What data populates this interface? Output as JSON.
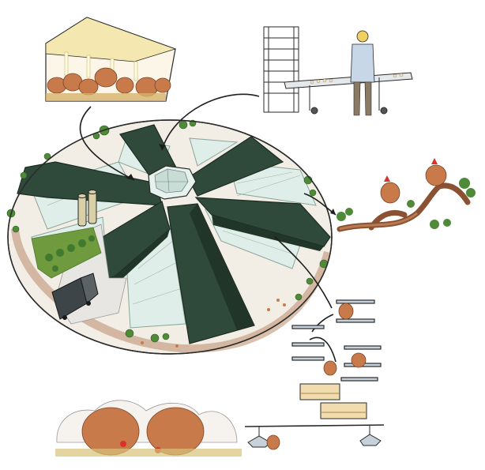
{
  "illustration": {
    "subject": "",
    "palette": {
      "roof": "#2f4a3b",
      "roof_dark": "#243a2e",
      "glass": "#dfeee9",
      "glass_line": "#8aa59b",
      "grass": "#6f9a3e",
      "tree": "#4e8a38",
      "soil": "#b98a6a",
      "hen": "#c97a4a",
      "hen_light": "#e0a070",
      "comb": "#d8322b",
      "ink": "#2a2a2a",
      "silo": "#d9d0a8",
      "lamp": "#f4e7b0",
      "pavement": "#e8e6e2",
      "truck": "#3e4549"
    },
    "vignettes": [
      {
        "name": "barn-interior",
        "icon": "hens-under-lamps"
      },
      {
        "name": "egg-conveyor",
        "icon": "worker-at-conveyor"
      },
      {
        "name": "tree-roost",
        "icon": "hens-on-branch"
      },
      {
        "name": "perch-system",
        "icon": "perches-and-trays"
      },
      {
        "name": "dust-bath",
        "icon": "hens-in-litter"
      },
      {
        "name": "feeder-line",
        "icon": "chick-under-feeder"
      }
    ]
  }
}
